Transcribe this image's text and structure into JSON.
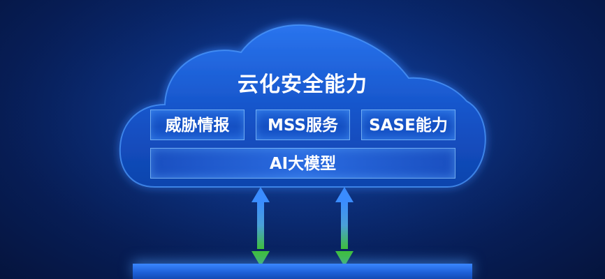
{
  "diagram": {
    "title": "云化安全能力",
    "capabilities": [
      {
        "label": "威胁情报"
      },
      {
        "label": "MSS服务"
      },
      {
        "label": "SASE能力"
      }
    ],
    "base_layer": "AI大模型"
  },
  "colors": {
    "background": "#0a2d7a",
    "cloud_fill": "#1553c8",
    "box_fill": "#1a5ad0",
    "arrow_top": "#3a8cff",
    "arrow_bottom": "#3fbf3a"
  }
}
